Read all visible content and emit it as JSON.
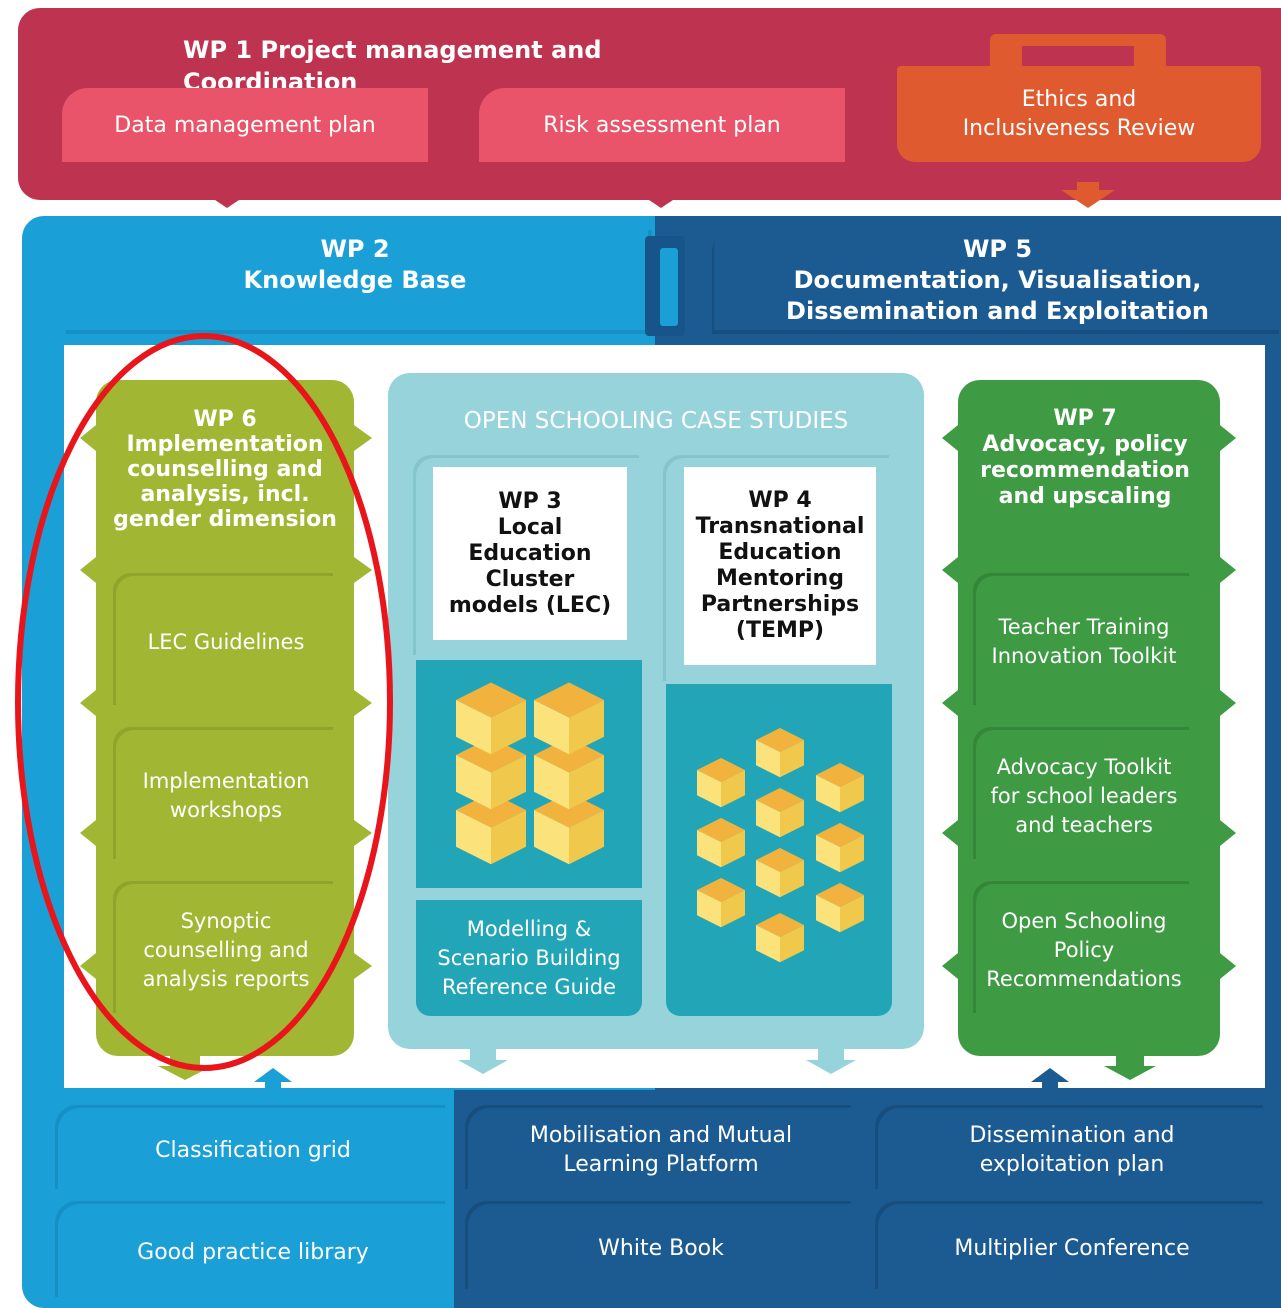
{
  "colors": {
    "wp1": "#BE3350",
    "wp1_box": "#E9546A",
    "ethics": "#E05A2F",
    "wp2": "#1A9FD6",
    "wp5": "#1C5B91",
    "wp6": "#A1B733",
    "case": "#97D3DB",
    "case_inner": "#22A6B7",
    "wp7": "#3E9A43",
    "highlight": "#E8151B",
    "cube_top": "#F2B33E",
    "cube_left": "#FBE27A",
    "cube_right": "#F0C84B"
  },
  "wp1": {
    "title": "WP 1 Project management and Coordination",
    "data_management": "Data management plan",
    "risk_assessment": "Risk assessment plan",
    "ethics_line1": "Ethics and",
    "ethics_line2": "Inclusiveness Review"
  },
  "wp2": {
    "line1": "WP 2",
    "line2": "Knowledge Base"
  },
  "wp5": {
    "line1": "WP 5",
    "line2": "Documentation, Visualisation,",
    "line3": "Dissemination and Exploitation"
  },
  "wp6": {
    "line1": "WP 6",
    "line2": "Implementation",
    "line3": "counselling and",
    "line4": "analysis, incl.",
    "line5": "gender dimension",
    "item1": "LEC Guidelines",
    "item2_line1": "Implementation",
    "item2_line2": "workshops",
    "item3_line1": "Synoptic",
    "item3_line2": "counselling and",
    "item3_line3": "analysis reports"
  },
  "case_studies": {
    "title": "OPEN SCHOOLING CASE STUDIES",
    "wp3": {
      "line1": "WP 3",
      "line2": "Local",
      "line3": "Education",
      "line4": "Cluster",
      "line5": "models (LEC)"
    },
    "wp4": {
      "line1": "WP 4",
      "line2": "Transnational",
      "line3": "Education",
      "line4": "Mentoring",
      "line5": "Partnerships",
      "line6": "(TEMP)"
    },
    "guide_line1": "Modelling &",
    "guide_line2": "Scenario Building",
    "guide_line3": "Reference Guide"
  },
  "wp7": {
    "line1": "WP 7",
    "line2": "Advocacy, policy",
    "line3": "recommendation",
    "line4": "and upscaling",
    "item1_line1": "Teacher Training",
    "item1_line2": "Innovation Toolkit",
    "item2_line1": "Advocacy Toolkit",
    "item2_line2": "for school leaders",
    "item2_line3": "and teachers",
    "item3_line1": "Open Schooling",
    "item3_line2": "Policy",
    "item3_line3": "Recommendations"
  },
  "bottom": {
    "classification": "Classification grid",
    "library": "Good practice library",
    "platform_line1": "Mobilisation and Mutual",
    "platform_line2": "Learning Platform",
    "white_book": "White Book",
    "dissemination_line1": "Dissemination and",
    "dissemination_line2": "exploitation plan",
    "conference": "Multiplier Conference"
  }
}
